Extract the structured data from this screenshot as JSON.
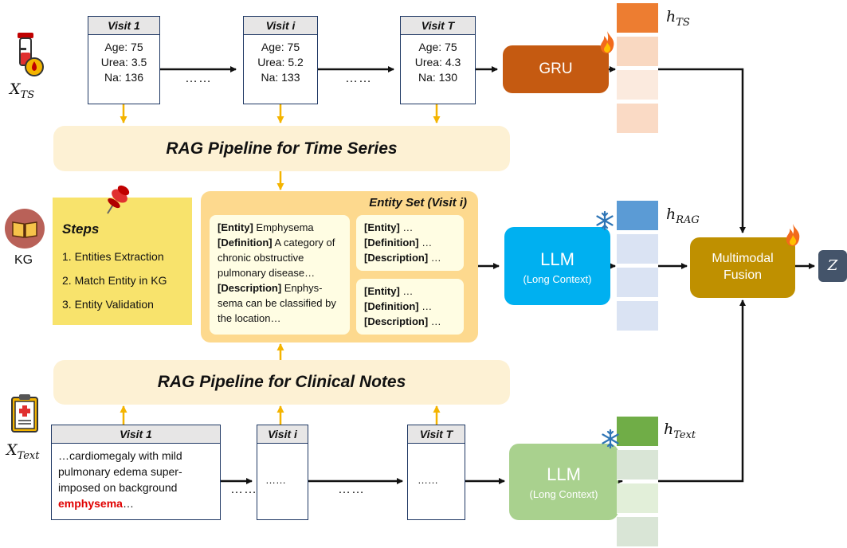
{
  "ts": {
    "label": "X",
    "label_sub": "TS",
    "visits": [
      {
        "title": "Visit 1",
        "age": "Age: 75",
        "urea": "Urea: 3.5",
        "na": "Na: 136"
      },
      {
        "title": "Visit i",
        "age": "Age: 75",
        "urea": "Urea: 5.2",
        "na": "Na: 133"
      },
      {
        "title": "Visit T",
        "age": "Age: 75",
        "urea": "Urea: 4.3",
        "na": "Na: 130"
      }
    ],
    "ellipsis": "……"
  },
  "rag_ts_title": "RAG Pipeline for Time Series",
  "rag_notes_title": "RAG Pipeline for Clinical Notes",
  "kg": {
    "label": "KG"
  },
  "steps": {
    "title": "Steps",
    "items": [
      "1. Entities Extraction",
      "2. Match Entity in KG",
      "3. Entity Validation"
    ]
  },
  "entity_set": {
    "title": "Entity Set (Visit i)",
    "card_main": {
      "entity_key": "[Entity]",
      "entity_val": " Emphysema",
      "definition_key": "[Definition]",
      "definition_val": " A category of chronic obstructive pulmonary disease…",
      "description_key": "[Description]",
      "description_val": " Enphys-sema can be classified by the location…"
    },
    "card_small": {
      "entity_key": "[Entity]",
      "entity_val": " …",
      "definition_key": "[Definition]",
      "definition_val": " …",
      "description_key": "[Description]",
      "description_val": " …"
    }
  },
  "notes": {
    "label": "X",
    "label_sub": "Text",
    "visit1_title": "Visit 1",
    "visit1_text": "…cardiomegaly with mild pulmonary edema super-imposed on background ",
    "visit1_highlight": "emphysema",
    "visit1_tail": "…",
    "visit_i_title": "Visit i",
    "visit_t_title": "Visit T",
    "placeholder": "……",
    "ellipsis": "……"
  },
  "gru": {
    "label": "GRU"
  },
  "llm_rag": {
    "label": "LLM",
    "sub": "(Long Context)"
  },
  "llm_text": {
    "label": "LLM",
    "sub": "(Long Context)"
  },
  "fusion": {
    "line1": "Multimodal",
    "line2": "Fusion"
  },
  "output": {
    "label": "Z"
  },
  "embeddings": {
    "ts": {
      "label": "h",
      "sub": "TS"
    },
    "rag": {
      "label": "h",
      "sub": "RAG"
    },
    "text": {
      "label": "h",
      "sub": "Text"
    }
  },
  "icons": {
    "ts_modality": "test-tube-icon",
    "kg": "book-icon",
    "notes_modality": "clipboard-icon",
    "pin": "push-pin-icon",
    "trainable": "flame-icon",
    "frozen": "snowflake-icon"
  },
  "colors": {
    "gru": "#c55a11",
    "llm_rag": "#00b0f0",
    "llm_text": "#a9d18e",
    "fusion": "#bf9000",
    "output": "#44546a",
    "rag_bar": "#fdf1d4",
    "entity_panel": "#fdd98e",
    "sticky": "#f8e36c",
    "highlight": "#e00000",
    "arrow_yellow": "#f4b400"
  }
}
